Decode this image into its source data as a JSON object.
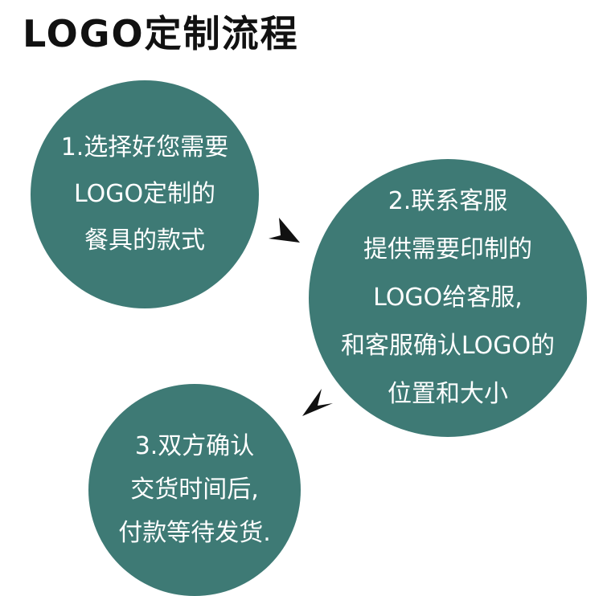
{
  "title": "LOGO定制流程",
  "colors": {
    "circle": "#3e7a75",
    "arrow": "#111111",
    "text": "#ffffff"
  },
  "steps": [
    {
      "lines": [
        "1.选择好您需要",
        "LOGO定制的",
        "餐具的款式"
      ]
    },
    {
      "lines": [
        "2.联系客服",
        "提供需要印制的",
        "LOGO给客服,",
        "和客服确认LOGO的",
        "位置和大小"
      ]
    },
    {
      "lines": [
        "3.双方确认",
        "交货时间后,",
        "付款等待发货."
      ]
    }
  ],
  "arrows": [
    {
      "icon": "arrow-head-icon"
    },
    {
      "icon": "arrow-head-icon"
    }
  ]
}
